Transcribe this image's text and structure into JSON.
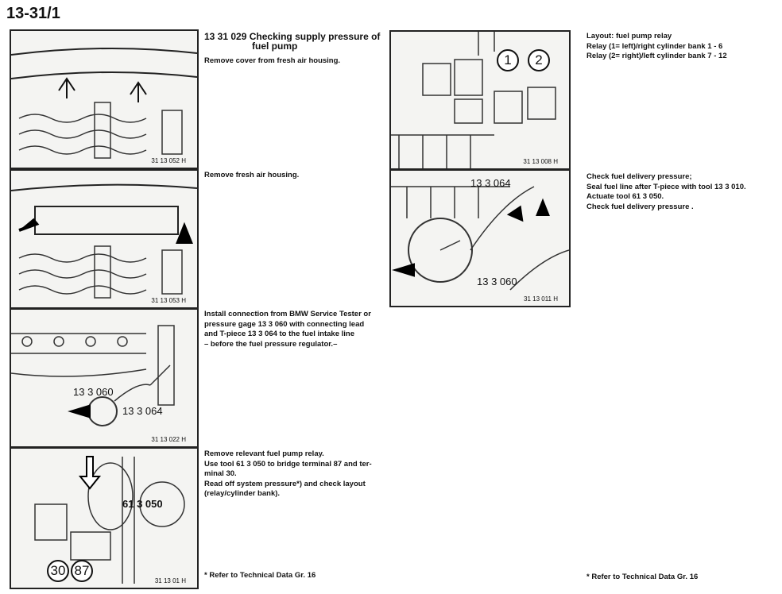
{
  "page_number": "13-31/1",
  "section_title": "13 31 029 Checking supply pressure of",
  "section_title_cont": "fuel pump",
  "steps_left": [
    {
      "lines": [
        "Remove cover from fresh air housing."
      ]
    },
    {
      "lines": [
        "Remove fresh air housing."
      ]
    },
    {
      "lines": [
        "Install connection from BMW Service Tester or",
        "pressure gage 13 3 060 with connecting lead",
        "and T-piece 13 3 064 to the fuel intake line",
        "– before the fuel pressure regulator.–"
      ]
    },
    {
      "lines": [
        "Remove relevant fuel pump relay.",
        "Use tool 61 3 050 to bridge terminal 87 and ter-",
        "minal 30.",
        "Read off system pressure*) and check layout",
        "(relay/cylinder bank)."
      ]
    }
  ],
  "steps_right": [
    {
      "lines": [
        "Layout: fuel pump relay",
        "Relay (1= left)/right cylinder bank 1 - 6",
        "Relay (2= right)/left cylinder bank 7 - 12"
      ]
    },
    {
      "lines": [
        "Check fuel delivery pressure;",
        "Seal fuel line after T-piece with tool 13 3 010.",
        "Actuate tool 61 3 050.",
        "Check fuel delivery pressure ."
      ]
    }
  ],
  "footnote_left": "* Refer to Technical Data Gr. 16",
  "footnote_right": "* Refer to Technical Data Gr. 16",
  "figures": {
    "f1": {
      "caption": "31 13 052 H"
    },
    "f2": {
      "caption": "31 13 053 H"
    },
    "f3": {
      "caption": "31 13 022 H",
      "tool_a": "13 3 060",
      "tool_b": "13 3 064"
    },
    "f4": {
      "caption": "31 13 01   H",
      "tool": "61 3 050",
      "term_a": "30",
      "term_b": "87"
    },
    "f5": {
      "caption": "31 13 008   H",
      "relay_1": "1",
      "relay_2": "2"
    },
    "f6": {
      "caption": "31 13 011 H",
      "tool_a": "13 3 064",
      "tool_b": "13 3 060"
    }
  }
}
